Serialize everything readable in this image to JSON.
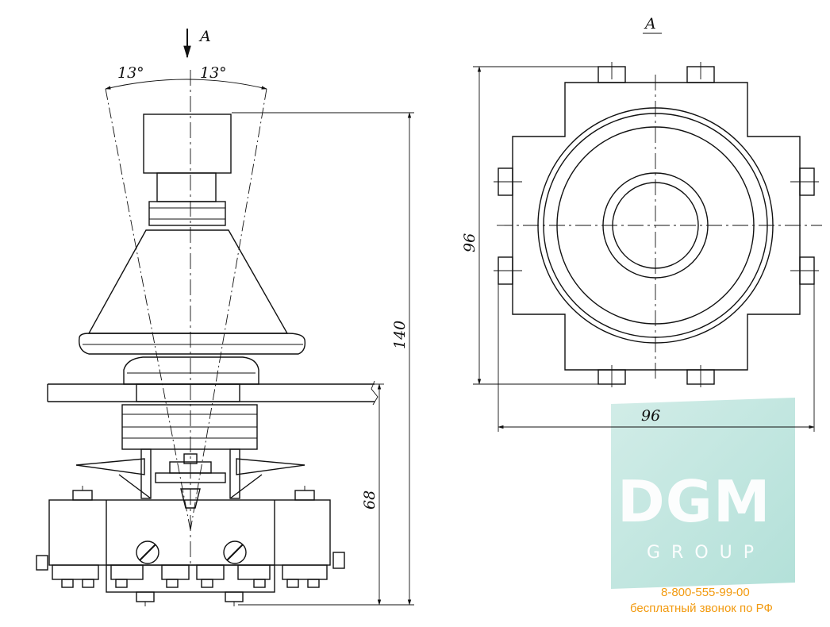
{
  "view_label": "A",
  "arrow_label": "A",
  "angle_left": "13°",
  "angle_right": "13°",
  "dim_height_total": "140",
  "dim_height_lower": "68",
  "dim_plan_height": "96",
  "dim_plan_width": "96",
  "watermark": {
    "logo": "DGM",
    "group": "GROUP",
    "phone": "8-800-555-99-00",
    "free_call": "бесплатный звонок по РФ",
    "brand_color": "#a6dbd2",
    "text_color": "#f29a0f"
  }
}
